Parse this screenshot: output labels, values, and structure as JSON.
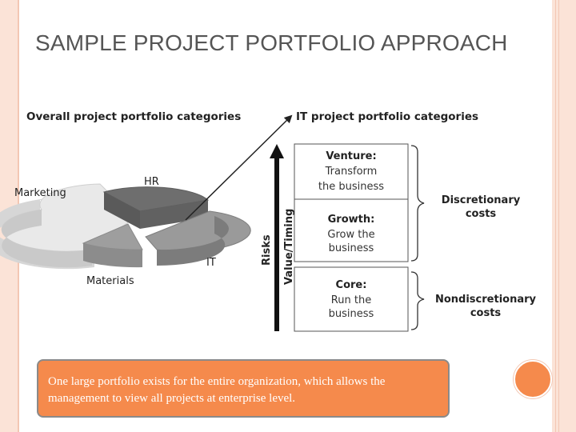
{
  "slide": {
    "title": "SAMPLE PROJECT PORTFOLIO APPROACH",
    "note": "One large portfolio exists for the entire organization, which allows the management to view all projects at enterprise level."
  },
  "diagram": {
    "overall_heading": "Overall project portfolio categories",
    "it_heading": "IT project portfolio categories",
    "pie_labels": {
      "hr": "HR",
      "marketing": "Marketing",
      "materials": "Materials",
      "it": "IT"
    },
    "axis_labels": {
      "risks": "Risks",
      "value_timing": "Value/Timing"
    },
    "categories": [
      {
        "name": "Venture:",
        "line1": "Transform",
        "line2": "the business"
      },
      {
        "name": "Growth:",
        "line1": "Grow the",
        "line2": "business"
      },
      {
        "name": "Core:",
        "line1": "Run the",
        "line2": "business"
      }
    ],
    "brace_labels": {
      "discretionary_line1": "Discretionary",
      "discretionary_line2": "costs",
      "nondiscretionary_line1": "Nondiscretionary",
      "nondiscretionary_line2": "costs"
    }
  },
  "colors": {
    "accent_orange": "#f58a4c",
    "border_pink": "#fbe3d7",
    "title_gray": "#555555"
  }
}
